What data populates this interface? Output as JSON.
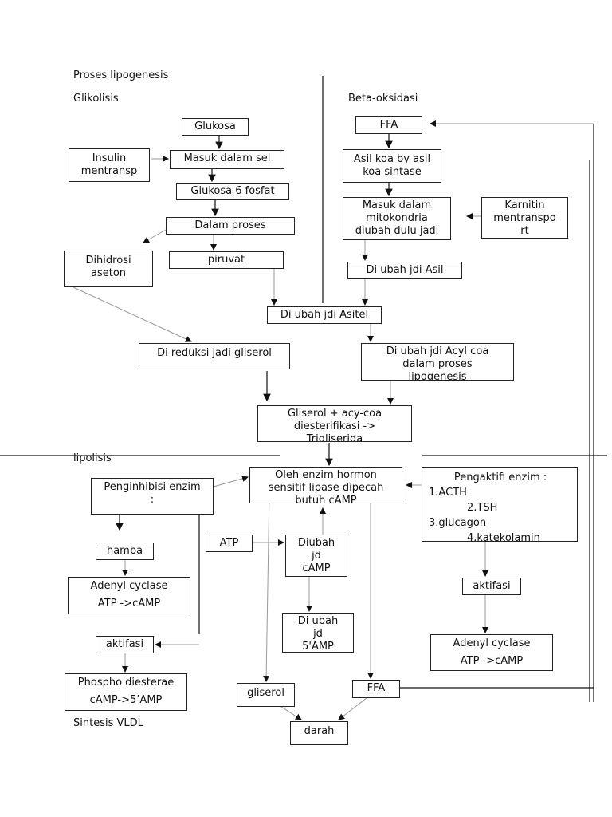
{
  "labels": {
    "title": "Proses lipogenesis",
    "glikolisis": "Glikolisis",
    "beta": "Beta-oksidasi",
    "lipolisis": "lipolisis",
    "vldl": "Sintesis  VLDL"
  },
  "boxes": {
    "glukosa": [
      "Glukosa"
    ],
    "insulin": [
      "Insulin",
      "mentransp"
    ],
    "masuk_sel": [
      "Masuk dalam sel"
    ],
    "g6p": [
      "Glukosa 6 fosfat"
    ],
    "dalam_proses": [
      "Dalam proses"
    ],
    "dihidrosi": [
      "Dihidrosi",
      "aseton"
    ],
    "piruvat": [
      "piruvat"
    ],
    "ffa_top": [
      "FFA"
    ],
    "asil_koa": [
      "Asil koa by asil",
      "koa sintase"
    ],
    "mitokondria": [
      "Masuk dalam",
      "mitokondria",
      "diubah dulu jadi"
    ],
    "karnitin": [
      "Karnitin",
      "mentranspo",
      "rt"
    ],
    "asil": [
      "Di ubah jdi Asil"
    ],
    "asitel": [
      "Di ubah jdi Asitel"
    ],
    "reduksi": [
      "Di reduksi jadi gliserol"
    ],
    "acyl": [
      "Di ubah jdi Acyl coa",
      "dalam proses",
      "lipogenesis"
    ],
    "trigliserida": [
      "Gliserol + acy-coa",
      "diesterifikasi ->",
      "Trigliserida"
    ],
    "oleh_enzim": [
      "Oleh enzim hormon",
      "sensitif lipase dipecah",
      "butuh cAMP"
    ],
    "pengaktifi": [
      "Pengaktifi enzim :",
      "1.ACTH",
      "2.TSH",
      "3.glucagon",
      "4.katekolamin"
    ],
    "penginhibisi": [
      "Penginhibisi enzim",
      ":"
    ],
    "atp": [
      "ATP"
    ],
    "diubah_camp": [
      "Diubah",
      "jd",
      "cAMP"
    ],
    "hamba": [
      "hamba"
    ],
    "adenyl_left": [
      "Adenyl cyclase",
      "ATP ->cAMP"
    ],
    "aktifasi_right": [
      "aktifasi"
    ],
    "diubah_5amp": [
      "Di ubah",
      "jd",
      "5'AMP"
    ],
    "adenyl_right": [
      "Adenyl cyclase",
      "ATP ->cAMP"
    ],
    "aktifasi_left": [
      "aktifasi"
    ],
    "phospho": [
      "Phospho diesterae",
      "cAMP->5’AMP"
    ],
    "gliserol": [
      "gliserol"
    ],
    "ffa_bottom": [
      "FFA"
    ],
    "darah": [
      "darah"
    ]
  }
}
